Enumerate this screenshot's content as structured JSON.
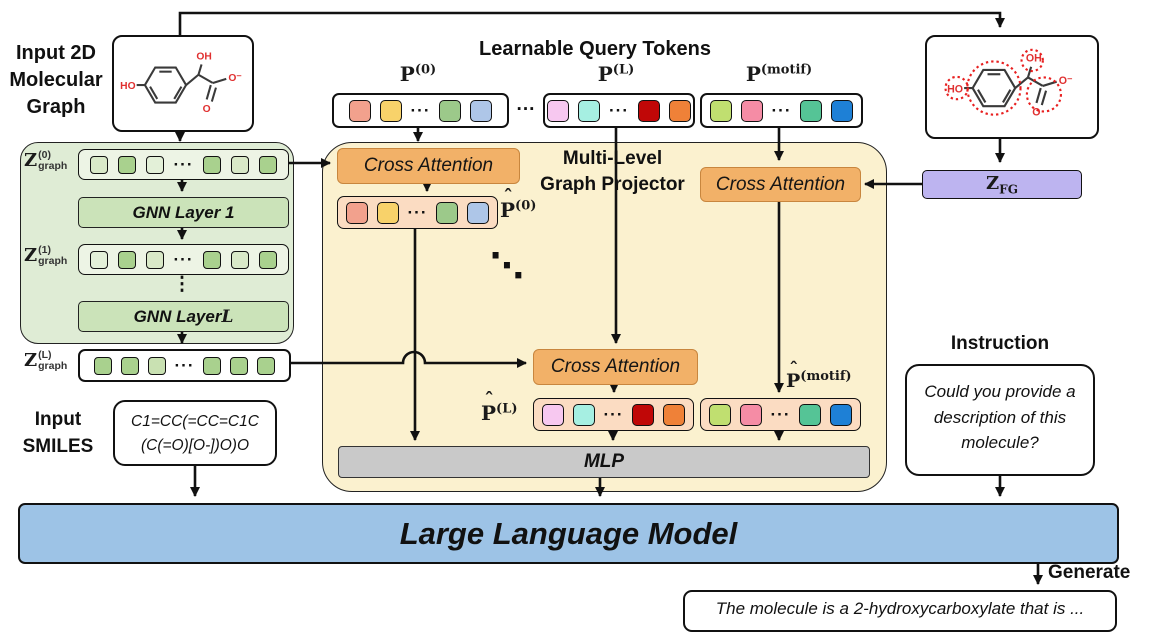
{
  "input_graph": {
    "title_lines": [
      "Input 2D",
      "Molecular",
      "Graph"
    ]
  },
  "molecule": {
    "ho": "HO",
    "oh": "OH",
    "o": "O",
    "o_minus": "O⁻"
  },
  "query_tokens": {
    "title": "Learnable Query Tokens",
    "between_dots": "···",
    "groups": [
      {
        "base": "P",
        "sup": "(0)",
        "cells": [
          "#F2A18D",
          "#F8D26A",
          "···",
          "#9CC98A",
          "#AEC6E8"
        ]
      },
      {
        "base": "P",
        "sup": "(L)",
        "cells": [
          "#F7C8F0",
          "#A6EFE2",
          "···",
          "#C00707",
          "#EF8138"
        ]
      },
      {
        "base": "P",
        "sup": "(motif)",
        "cells": [
          "#C0DF70",
          "#F58CA5",
          "···",
          "#55C496",
          "#1E80D6"
        ]
      }
    ]
  },
  "encoder": {
    "z0": {
      "base": "Z",
      "sup": "(0)",
      "sub": "graph",
      "cells": [
        "#D9E9C8",
        "#A9D18E",
        "#E3F0D8",
        "···",
        "#A9D18E",
        "#D9E9C8",
        "#A9D18E"
      ]
    },
    "gnn1": {
      "text": "GNN Layer 1"
    },
    "z1": {
      "base": "Z",
      "sup": "(1)",
      "sub": "graph",
      "cells": [
        "#E3F0D8",
        "#A9D18E",
        "#D9E9C8",
        "···",
        "#A9D18E",
        "#D9E9C8",
        "#A9D18E"
      ]
    },
    "vdots": "⋮",
    "gnnL": {
      "text": "GNN Layer ",
      "var": "L"
    },
    "zL": {
      "base": "Z",
      "sup": "(L)",
      "sub": "graph",
      "cells": [
        "#A9D18E",
        "#A9D18E",
        "#C9E1B2",
        "···",
        "#A9D18E",
        "#A9D18E",
        "#A9D18E"
      ]
    }
  },
  "projector": {
    "title_lines": [
      "Multi-Level",
      "Graph Projector"
    ],
    "cross_attention": "Cross Attention",
    "hat": "ˆ",
    "ddots": "⋱",
    "p0_hat": {
      "base": "P",
      "sup": "(0)"
    },
    "pL_hat": {
      "base": "P",
      "sup": "(L)"
    },
    "pmotif_hat": {
      "base": "P",
      "sup": "(motif)"
    },
    "mlp": "MLP"
  },
  "fg": {
    "base": "Z",
    "sub": "FG"
  },
  "instruction": {
    "title": "Instruction",
    "lines": [
      "Could you provide a",
      "description of this",
      "molecule?"
    ]
  },
  "smiles": {
    "title_lines": [
      "Input",
      "SMILES"
    ],
    "lines": [
      "C1=CC(=CC=C1C",
      "(C(=O)[O-])O)O"
    ]
  },
  "llm": {
    "label": "Large Language Model"
  },
  "generate": {
    "label": "Generate",
    "output": "The molecule is a 2-hydroxycarboxylate that is ..."
  },
  "colors": {
    "encoder_panel": "#DFECD5",
    "projector_panel": "#FBF1CF",
    "cross_attention": "#F2B168",
    "fg_embedding": "#BDB4F0",
    "llm_bar": "#9DC3E6",
    "mlp_bar": "#C9C9C9",
    "token_green": "#A9D18E",
    "hat_row": "#FBDCC2",
    "atom_red": "#E03030"
  }
}
